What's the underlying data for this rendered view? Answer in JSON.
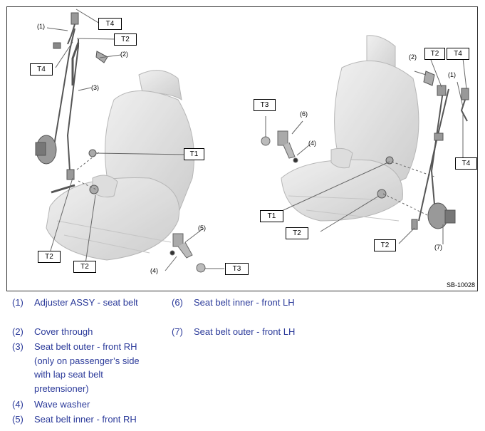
{
  "figure": {
    "id": "SB-10028",
    "callouts": [
      "T4",
      "T2",
      "T4",
      "T1",
      "T2",
      "T2",
      "T3",
      "T3",
      "T2",
      "T4",
      "T4",
      "T1",
      "T2",
      "T2"
    ],
    "part_numbers": [
      "(1)",
      "(2)",
      "(3)",
      "(4)",
      "(5)",
      "(6)",
      "(4)",
      "(2)",
      "(1)",
      "(7)"
    ]
  },
  "legend": [
    {
      "key": "(1)",
      "text": "Adjuster ASSY - seat belt"
    },
    {
      "key": "(6)",
      "text": "Seat belt inner - front LH"
    },
    {
      "key": "(2)",
      "text": "Cover through"
    },
    {
      "key": "(7)",
      "text": "Seat belt outer - front LH"
    },
    {
      "key": "(3)",
      "text": "Seat belt outer - front RH"
    },
    {
      "key": "",
      "text": "(only on passenger’s side"
    },
    {
      "key": "",
      "text": "with lap seat belt"
    },
    {
      "key": "",
      "text": "pretensioner)"
    },
    {
      "key": "(4)",
      "text": "Wave washer"
    },
    {
      "key": "(5)",
      "text": "Seat belt inner - front RH"
    }
  ]
}
